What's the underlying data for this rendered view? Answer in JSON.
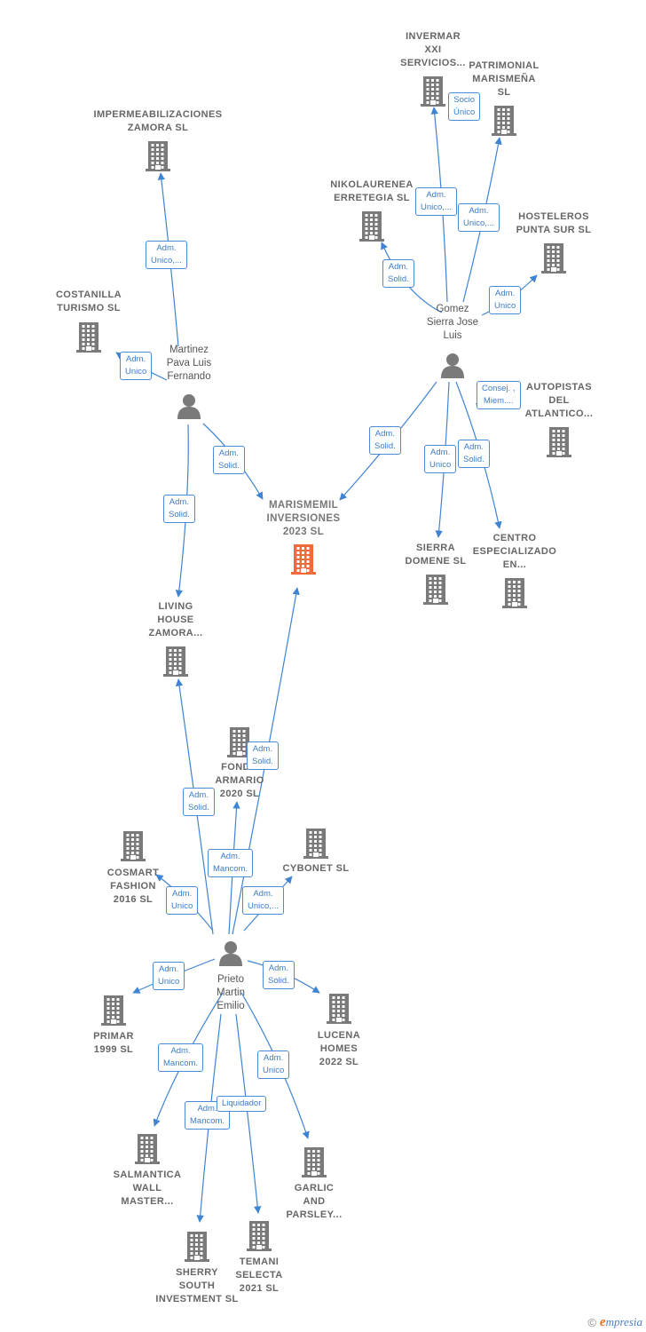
{
  "colors": {
    "edge": "#3f84d3",
    "building": "#7a7a7a",
    "main_building": "#f06a3c",
    "person": "#7a7a7a"
  },
  "nodes": [
    {
      "id": "marismemil",
      "type": "company",
      "main": true,
      "label": "MARISMEMIL\nINVERSIONES\n2023  SL",
      "icon": "building-icon"
    },
    {
      "id": "impermea",
      "type": "company",
      "label": "IMPERMEABILIZACIONES\nZAMORA SL",
      "icon": "building-icon"
    },
    {
      "id": "costanilla",
      "type": "company",
      "label": "COSTANILLA\nTURISMO  SL",
      "icon": "building-icon"
    },
    {
      "id": "martinez",
      "type": "person",
      "label": "Martinez\nPava Luis\nFernando",
      "icon": "person-icon"
    },
    {
      "id": "living",
      "type": "company",
      "label": "LIVING\nHOUSE\nZAMORA...",
      "icon": "building-icon"
    },
    {
      "id": "invermar",
      "type": "company",
      "label": "INVERMAR\nXXI\nSERVICIOS...",
      "icon": "building-icon"
    },
    {
      "id": "patrimonial",
      "type": "company",
      "label": "PATRIMONIAL\nMARISMEÑA\nSL",
      "icon": "building-icon"
    },
    {
      "id": "nikolaurenea",
      "type": "company",
      "label": "NIKOLAURENEA\nERRETEGIA SL",
      "icon": "building-icon"
    },
    {
      "id": "hosteleros",
      "type": "company",
      "label": "HOSTELEROS\nPUNTA SUR  SL",
      "icon": "building-icon"
    },
    {
      "id": "gomez",
      "type": "person",
      "label": "Gomez\nSierra Jose\nLuis",
      "icon": "person-icon"
    },
    {
      "id": "autopistas",
      "type": "company",
      "label": "AUTOPISTAS\nDEL\nATLANTICO...",
      "icon": "building-icon"
    },
    {
      "id": "sierra",
      "type": "company",
      "label": "SIERRA\nDOMENE SL",
      "icon": "building-icon"
    },
    {
      "id": "centro",
      "type": "company",
      "label": "CENTRO\nESPECIALIZADO\nEN...",
      "icon": "building-icon"
    },
    {
      "id": "fondo",
      "type": "company",
      "label": "FONDO\nARMARIO\n2020  SL",
      "icon": "building-icon"
    },
    {
      "id": "cosmart",
      "type": "company",
      "label": "COSMART\nFASHION\n2016  SL",
      "icon": "building-icon"
    },
    {
      "id": "cybonet",
      "type": "company",
      "label": "CYBONET  SL",
      "icon": "building-icon"
    },
    {
      "id": "prieto",
      "type": "person",
      "label": "Prieto\nMartin\nEmilio",
      "icon": "person-icon"
    },
    {
      "id": "primar",
      "type": "company",
      "label": "PRIMAR\n1999 SL",
      "icon": "building-icon"
    },
    {
      "id": "lucena",
      "type": "company",
      "label": "LUCENA\nHOMES\n2022  SL",
      "icon": "building-icon"
    },
    {
      "id": "salmantica",
      "type": "company",
      "label": "SALMANTICA\nWALL\nMASTER...",
      "icon": "building-icon"
    },
    {
      "id": "garlic",
      "type": "company",
      "label": "GARLIC\nAND\nPARSLEY...",
      "icon": "building-icon"
    },
    {
      "id": "sherry",
      "type": "company",
      "label": "SHERRY\nSOUTH\nINVESTMENT SL",
      "icon": "building-icon"
    },
    {
      "id": "temani",
      "type": "company",
      "label": "TEMANI\nSELECTA\n2021  SL",
      "icon": "building-icon"
    }
  ],
  "edges": [
    {
      "from": "martinez",
      "to": "impermea",
      "label": "Adm.\nUnico,..."
    },
    {
      "from": "martinez",
      "to": "costanilla",
      "label": "Adm.\nUnico"
    },
    {
      "from": "martinez",
      "to": "marismemil",
      "label": "Adm.\nSolid."
    },
    {
      "from": "martinez",
      "to": "living",
      "label": "Adm.\nSolid."
    },
    {
      "from": "gomez",
      "to": "invermar",
      "label": "Adm.\nUnico,..."
    },
    {
      "from": "invermar",
      "to": "invermar",
      "label": "Socio\nÚnico"
    },
    {
      "from": "gomez",
      "to": "patrimonial",
      "label": "Adm.\nUnico,..."
    },
    {
      "from": "gomez",
      "to": "nikolaurenea",
      "label": "Adm.\nSolid."
    },
    {
      "from": "gomez",
      "to": "hosteleros",
      "label": "Adm.\nUnico"
    },
    {
      "from": "gomez",
      "to": "marismemil",
      "label": "Adm.\nSolid."
    },
    {
      "from": "gomez",
      "to": "autopistas",
      "label": "Consej. ,\nMiem...."
    },
    {
      "from": "gomez",
      "to": "sierra",
      "label": "Adm.\nUnico"
    },
    {
      "from": "gomez",
      "to": "centro",
      "label": "Adm.\nSolid."
    },
    {
      "from": "prieto",
      "to": "marismemil",
      "label": "Adm.\nSolid."
    },
    {
      "from": "prieto",
      "to": "living",
      "label": "Adm.\nSolid."
    },
    {
      "from": "prieto",
      "to": "fondo",
      "label": "Adm.\nMancom."
    },
    {
      "from": "prieto",
      "to": "cosmart",
      "label": "Adm.\nUnico"
    },
    {
      "from": "prieto",
      "to": "cybonet",
      "label": "Adm.\nUnico,..."
    },
    {
      "from": "prieto",
      "to": "primar",
      "label": "Adm.\nUnico"
    },
    {
      "from": "prieto",
      "to": "lucena",
      "label": "Adm.\nSolid."
    },
    {
      "from": "prieto",
      "to": "salmantica",
      "label": "Adm.\nMancom."
    },
    {
      "from": "prieto",
      "to": "garlic",
      "label": "Adm.\nUnico"
    },
    {
      "from": "prieto",
      "to": "sherry",
      "label": "Adm.\nMancom."
    },
    {
      "from": "prieto",
      "to": "temani",
      "label": "Liquidador"
    }
  ],
  "footer": {
    "copyright": "©",
    "brand_initial": "e",
    "brand_rest": "mpresia"
  }
}
